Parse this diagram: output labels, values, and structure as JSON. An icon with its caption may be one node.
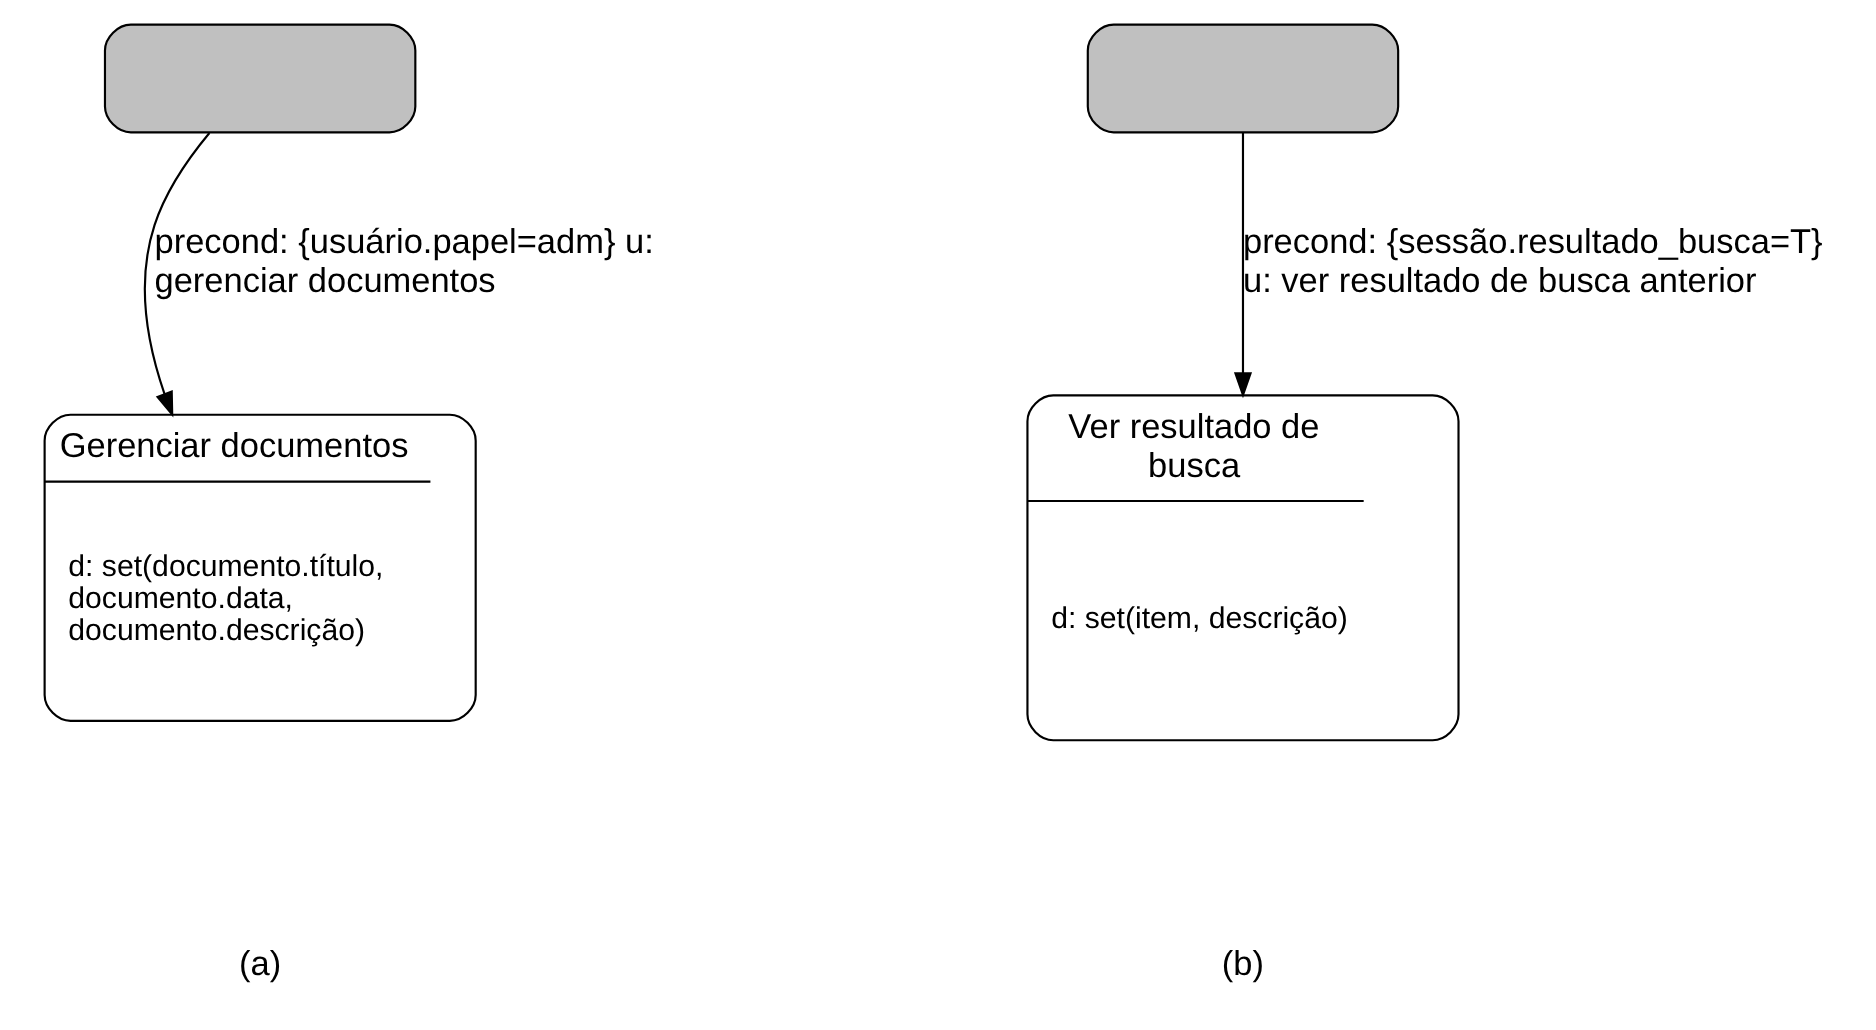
{
  "diagram": {
    "nodes": [
      {
        "text": [],
        "shape": "box"
      },
      {
        "text": [
          "Gerenciar documentos",
          "d: set(documento.título, documento.data, documento.descrição)"
        ]
      },
      {
        "text": [],
        "shape": "box"
      },
      {
        "text": [
          "Ver resultado de busca",
          "d: set(item, descrição)"
        ]
      }
    ],
    "edges": [
      {
        "from": 0,
        "to": 1,
        "arrow": "to",
        "label": "precond: {usuário.papel=adm} u: gerenciar documentos"
      },
      {
        "from": 2,
        "to": 3,
        "arrow": "to",
        "label": "precond: {sessão.resultado_busca=T} u: ver resultado de busca anterior"
      }
    ],
    "labels": [
      "(a)",
      "(b)"
    ]
  }
}
